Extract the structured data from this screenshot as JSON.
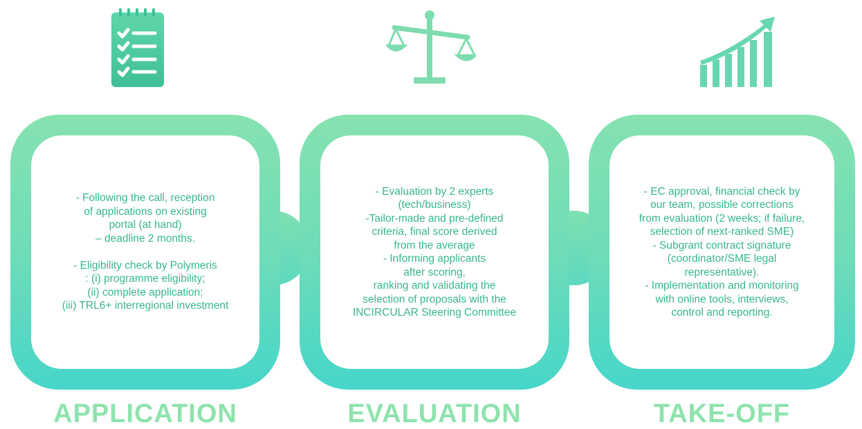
{
  "stages": [
    {
      "label": "APPLICATION",
      "icon": "checklist-icon",
      "lines": [
        "- Following the call, reception",
        "of applications on existing",
        "portal (at hand)",
        "– deadline 2 months.",
        "",
        "- Eligibility check by Polymeris",
        ": (i) programme eligibility;",
        "(ii) complete application;",
        "(iii) TRL6+ interregional investment"
      ]
    },
    {
      "label": "EVALUATION",
      "icon": "balance-scale-icon",
      "lines": [
        "- Evaluation by 2 experts",
        "(tech/business)",
        "-Tailor-made and pre-defined",
        "criteria, final score derived",
        "from the average",
        "- Informing applicants",
        "after scoring,",
        "ranking and validating the",
        "selection of proposals with the",
        "INCIRCULAR Steering Committee"
      ]
    },
    {
      "label": "TAKE-OFF",
      "icon": "growth-chart-icon",
      "lines": [
        "- EC approval, financial check by",
        "our team, possible corrections",
        "from evaluation (2 weeks; if failure,",
        "selection of next-ranked SME)",
        "- Subgrant contract signature",
        "(coordinator/SME legal",
        "representative).",
        "- Implementation and monitoring",
        "with online tools, interviews,",
        "control and reporting."
      ]
    }
  ],
  "colors": {
    "accent": "#6fdcb8",
    "text": "#37b78b",
    "label": "#8ee3ad"
  }
}
